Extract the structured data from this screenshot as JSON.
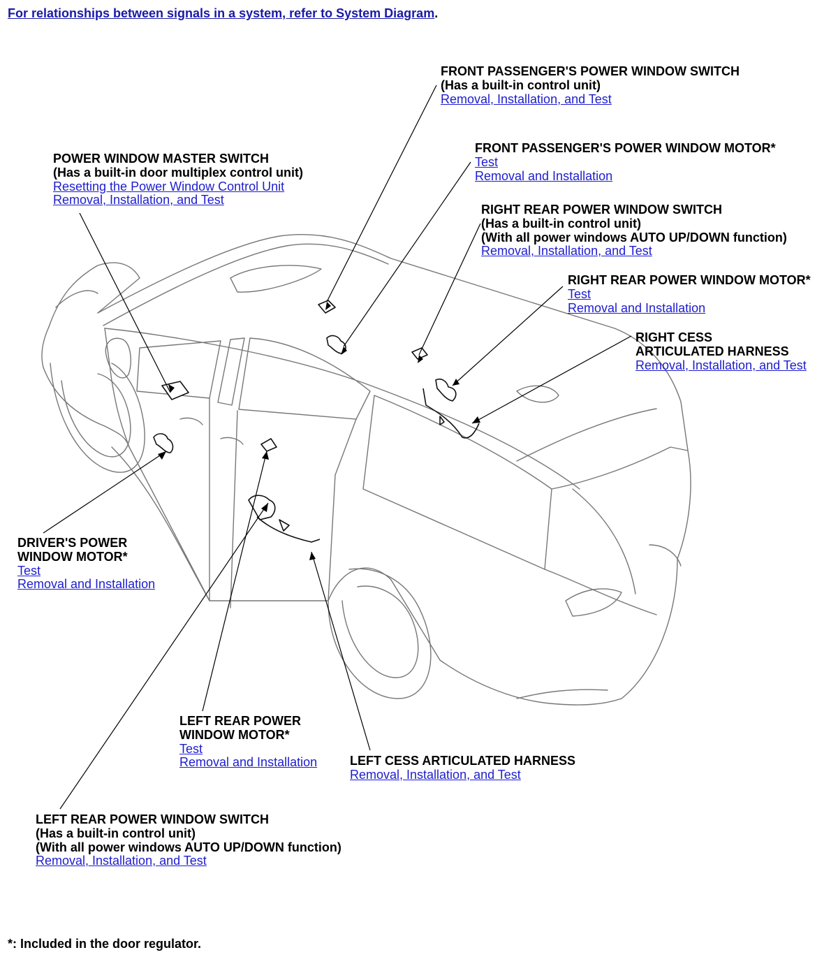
{
  "header": {
    "link_text": "For relationships between signals in a system, refer to System Diagram",
    "trailing": "."
  },
  "callouts": {
    "front_passenger_switch": {
      "title": "FRONT PASSENGER'S POWER WINDOW SWITCH",
      "sub1": "(Has a built-in control unit)",
      "link1": "Removal, Installation, and Test"
    },
    "front_passenger_motor": {
      "title": "FRONT PASSENGER'S POWER WINDOW MOTOR*",
      "link1": "Test",
      "link2": "Removal and Installation"
    },
    "master_switch": {
      "title": "POWER WINDOW MASTER SWITCH",
      "sub1": "(Has a built-in door multiplex control unit)",
      "link1": "Resetting the Power Window Control Unit",
      "link2": "Removal, Installation, and Test"
    },
    "right_rear_switch": {
      "title": "RIGHT REAR POWER WINDOW SWITCH",
      "sub1": "(Has a built-in control unit)",
      "sub2": "(With all power windows AUTO UP/DOWN function)",
      "link1": "Removal, Installation, and Test"
    },
    "right_rear_motor": {
      "title": "RIGHT REAR POWER WINDOW MOTOR*",
      "link1": "Test",
      "link2": "Removal and Installation"
    },
    "right_cess": {
      "title1": "RIGHT CESS",
      "title2": "ARTICULATED HARNESS",
      "link1": "Removal, Installation, and Test"
    },
    "drivers_motor": {
      "title1": "DRIVER'S POWER",
      "title2": "WINDOW MOTOR*",
      "link1": "Test",
      "link2": "Removal and Installation"
    },
    "left_rear_motor": {
      "title1": "LEFT REAR POWER",
      "title2": "WINDOW MOTOR*",
      "link1": "Test",
      "link2": "Removal and Installation"
    },
    "left_cess": {
      "title": "LEFT CESS ARTICULATED HARNESS",
      "link1": "Removal, Installation, and Test"
    },
    "left_rear_switch": {
      "title": "LEFT REAR POWER WINDOW SWITCH",
      "sub1": "(Has a built-in control unit)",
      "sub2": "(With all power windows AUTO UP/DOWN function)",
      "link1": "Removal, Installation, and Test"
    }
  },
  "footnote": "*: Included in the door regulator.",
  "colors": {
    "link": "#1d1dcf",
    "line": "#000000",
    "vehicle_outline": "#6f6f6f"
  }
}
